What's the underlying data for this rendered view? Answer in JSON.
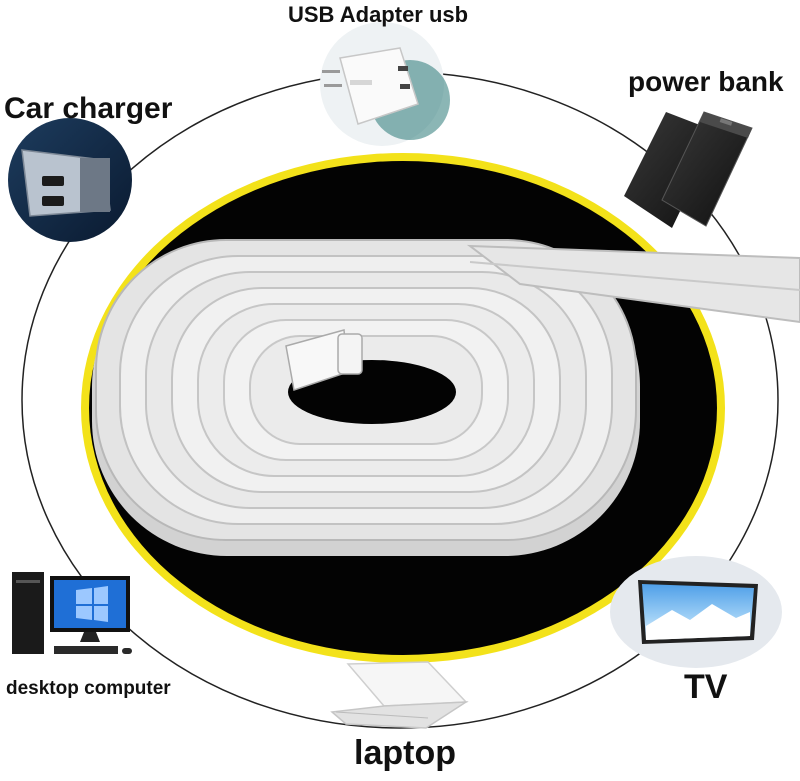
{
  "labels": {
    "usb_adapter": "USB Adapter usb",
    "car_charger": "Car charger",
    "power_bank": "power bank",
    "desktop_computer": "desktop computer",
    "tv": "TV",
    "laptop": "laptop"
  },
  "icons": [
    "usb-adapter-icon",
    "car-charger-icon",
    "power-bank-icon",
    "desktop-computer-icon",
    "tv-icon",
    "laptop-icon"
  ],
  "colors": {
    "ring_outline": "#1a1a1a",
    "disc_black": "#030303",
    "disc_yellow_rim": "#f3e21a",
    "cable_white": "#eeeeee"
  }
}
